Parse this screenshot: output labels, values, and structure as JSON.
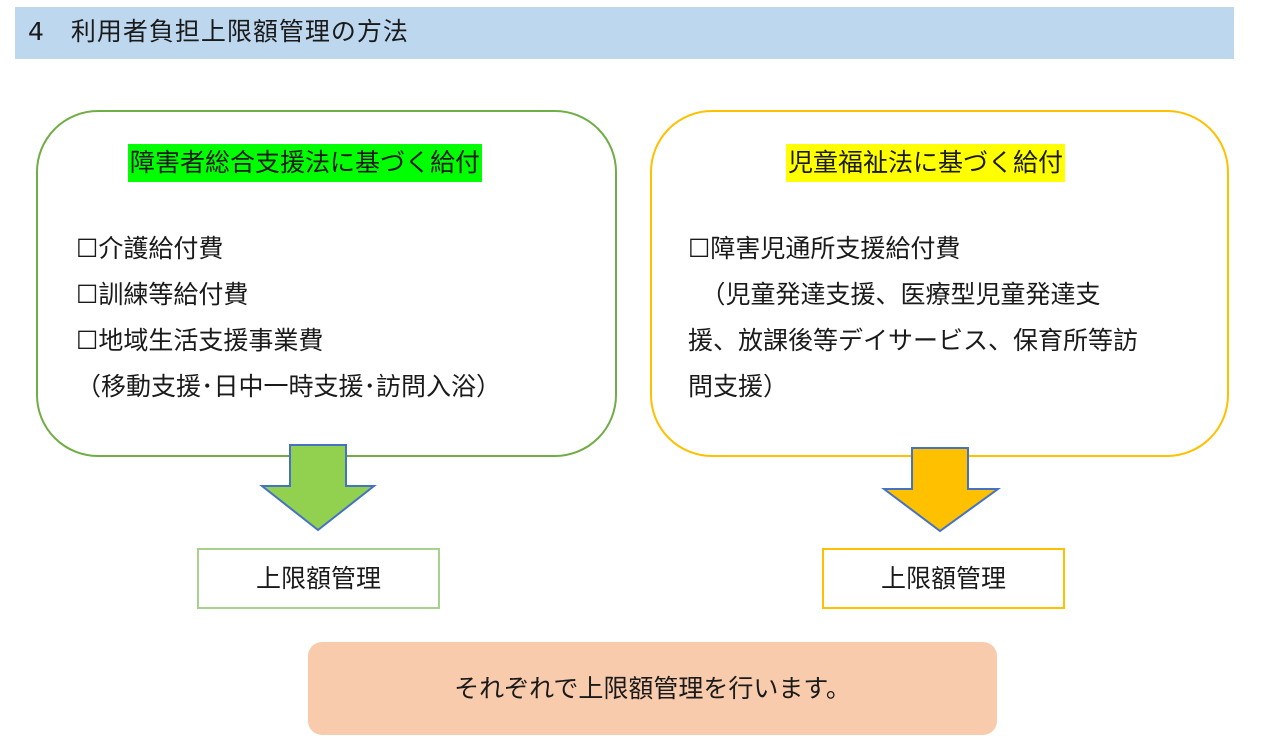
{
  "header": {
    "title": "4　利用者負担上限額管理の方法"
  },
  "left_panel": {
    "title": "障害者総合支援法に基づく給付",
    "title_highlight": "#00ff00",
    "border_color": "#70ad47",
    "items": [
      "☐介護給付費",
      "☐訓練等給付費",
      "☐地域生活支援事業費",
      "（移動支援･日中一時支援･訪問入浴）"
    ],
    "arrow_color": "#92d050",
    "result": "上限額管理"
  },
  "right_panel": {
    "title": "児童福祉法に基づく給付",
    "title_highlight": "#ffff00",
    "border_color": "#ffc000",
    "items": [
      "☐障害児通所支援給付費",
      "　（児童発達支援、医療型児童発達支",
      "援、放課後等デイサービス、保育所等訪",
      "問支援）"
    ],
    "arrow_color": "#ffc000",
    "result": "上限額管理"
  },
  "summary": {
    "text": "それぞれで上限額管理を行います。",
    "color": "#f8cbad"
  }
}
